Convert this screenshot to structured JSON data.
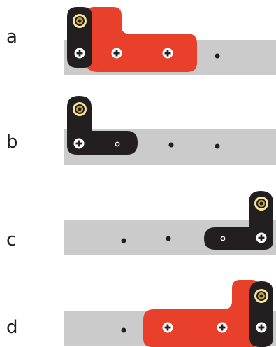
{
  "colors": {
    "rail": "#cbcbcc",
    "black_piece": "#231f20",
    "red_piece": "#e8402a",
    "screw_white": "#ffffff",
    "ring_outer": "#f3e7a1",
    "ring_inner": "#c9a53c"
  },
  "rows": [
    {
      "label": "a",
      "pieces": [
        "black-l-upright",
        "red-l-long"
      ],
      "loose_holes": 1
    },
    {
      "label": "b",
      "pieces": [
        "black-l-right"
      ],
      "loose_holes": 2
    },
    {
      "label": "c",
      "pieces": [
        "black-l-left"
      ],
      "loose_holes": 2
    },
    {
      "label": "d",
      "pieces": [
        "red-l-long-mirrored",
        "black-l-upright"
      ],
      "loose_holes": 1
    }
  ]
}
